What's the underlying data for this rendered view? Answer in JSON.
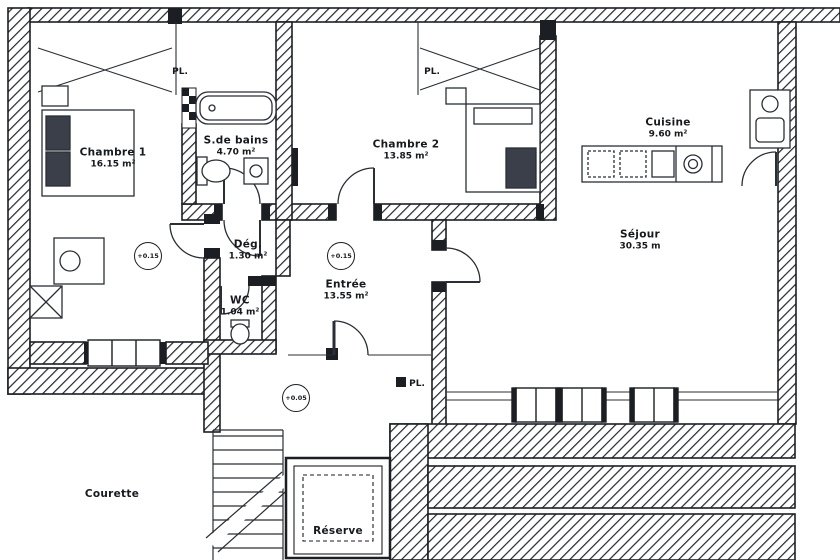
{
  "plan": {
    "rooms": {
      "chambre1": {
        "name": "Chambre 1",
        "area": "16.15 m²"
      },
      "salle_de_bains": {
        "name": "S.de bains",
        "area": "4.70 m²"
      },
      "chambre2": {
        "name": "Chambre 2",
        "area": "13.85 m²"
      },
      "cuisine": {
        "name": "Cuisine",
        "area": "9.60 m²"
      },
      "sejour": {
        "name": "Séjour",
        "area": "30.35 m"
      },
      "degagement": {
        "name": "Dég.",
        "area": "1.30 m²"
      },
      "entree": {
        "name": "Entrée",
        "area": "13.55 m²"
      },
      "wc": {
        "name": "WC",
        "area": "1.04 m²"
      },
      "courette": {
        "name": "Courette"
      },
      "reserve": {
        "name": "Réserve"
      }
    },
    "closet_labels": {
      "chambre1": "PL.",
      "chambre2": "PL.",
      "sejour": "PL."
    },
    "level_markers": {
      "chambre1": "+0.15",
      "entree": "+0.15",
      "landing": "+0.05"
    },
    "colors": {
      "ink": "#1b1e23",
      "paper": "#ffffff"
    }
  }
}
